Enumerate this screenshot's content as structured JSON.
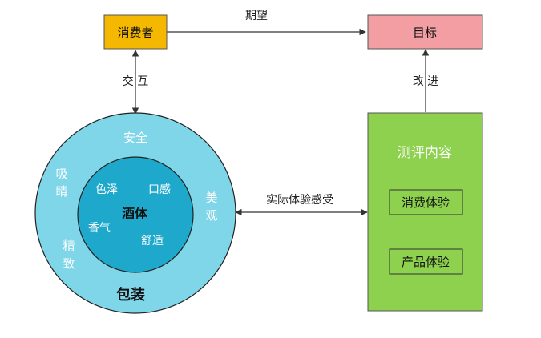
{
  "nodes": {
    "consumer": "消费者",
    "goal": "目标",
    "evaluation_title": "测评内容",
    "consumer_experience": "消费体验",
    "product_experience": "产品体验"
  },
  "edges": {
    "expectation": "期望",
    "interaction": "交 互",
    "improvement": "改 进",
    "actual_experience": "实际体验感受"
  },
  "packaging": {
    "label": "包装",
    "safety": "安全",
    "appearance_line1": "美",
    "appearance_line2": "观",
    "attractive_line1": "吸",
    "attractive_line2": "睛",
    "refined_line1": "精",
    "refined_line2": "致"
  },
  "liquor_body": {
    "label": "酒体",
    "color": "色泽",
    "taste": "口感",
    "aroma": "香气",
    "comfort": "舒适"
  },
  "colors": {
    "consumer_fill": "#f5b800",
    "goal_fill": "#f29ea2",
    "outer_ring": "#7fd6e8",
    "inner_circle": "#1ea9cc",
    "evaluation_fill": "#8ed14f",
    "edge": "#333333"
  }
}
